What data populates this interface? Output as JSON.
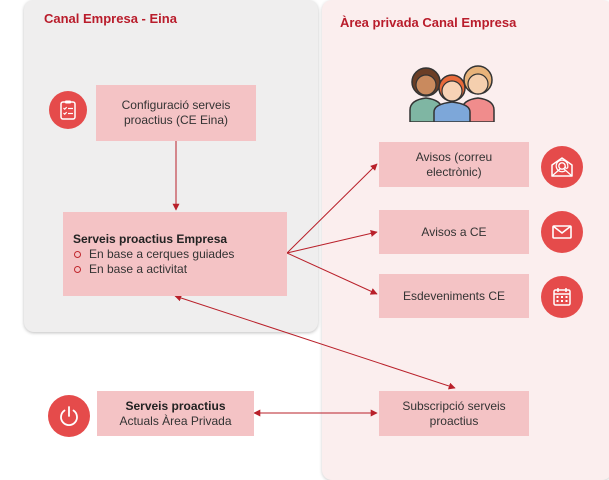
{
  "panels": {
    "left_title": "Canal Empresa - Eina",
    "right_title": "Àrea privada Canal Empresa"
  },
  "nodes": {
    "config": {
      "line1": "Configuració serveis",
      "line2": "proactius (CE Eina)"
    },
    "proactive": {
      "title": "Serveis proactius Empresa",
      "items": [
        "En base a cerques guiades",
        "En base a activitat"
      ]
    },
    "current": {
      "title": "Serveis proactius",
      "subtitle": "Actuals Àrea Privada"
    },
    "email_alerts": {
      "line1": "Avisos (correu",
      "line2": "electrònic)"
    },
    "ce_alerts": {
      "label": "Avisos a CE"
    },
    "events": {
      "label": "Esdeveniments CE"
    },
    "subscription": {
      "line1": "Subscripció serveis",
      "line2": "proactius"
    }
  },
  "icons": {
    "config": "checklist-icon",
    "power": "power-icon",
    "email": "email-at-icon",
    "mail": "envelope-icon",
    "calendar": "calendar-icon",
    "people": "people-group-icon"
  },
  "colors": {
    "accent": "#b91c2b",
    "icon_fill": "#e54b4b",
    "box_fill": "#f4c3c5",
    "left_panel": "#efeeee",
    "right_panel": "#fbeeee",
    "arrow": "#b9202a"
  }
}
